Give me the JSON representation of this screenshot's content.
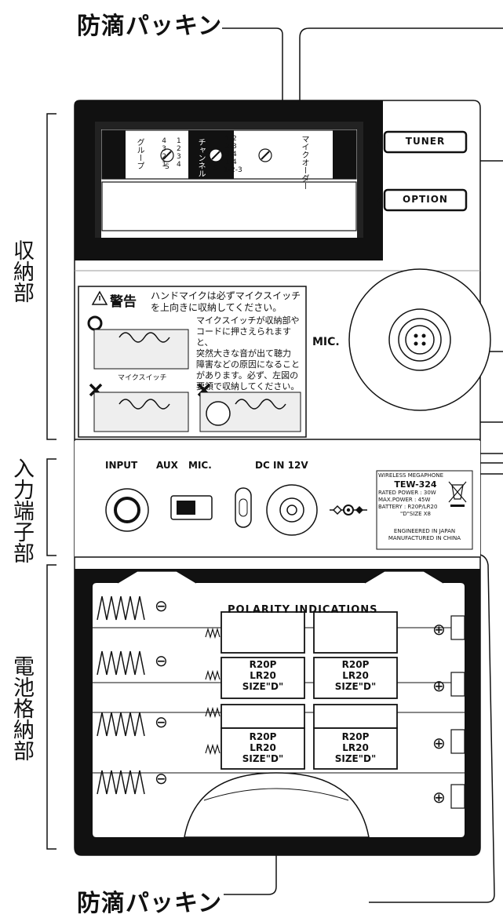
{
  "callouts": {
    "top_gasket": "防滴パッキン",
    "bottom_gasket": "防滴パッキン"
  },
  "sections": {
    "storage": "収納部",
    "input_terminal": "入力端子部",
    "battery_compartment": "電池格納部"
  },
  "slots": {
    "tuner": "TUNER",
    "option": "OPTION"
  },
  "dip": {
    "group_label": "グループ",
    "channel_label": "チャンネル",
    "mic_order_label": "マイクオーダー",
    "group_nums": [
      "4",
      "3",
      "2",
      "1",
      "S",
      "1",
      "2",
      "3",
      "4"
    ],
    "order_nums": [
      "1-2",
      "2-3",
      "3-4",
      "1-4",
      "S",
      "1-2-3"
    ]
  },
  "warning": {
    "title": "警告",
    "line1": "ハンドマイクは必ずマイクスイッチ",
    "line2": "を上向きに収納してください。",
    "body": [
      "マイクスイッチが収納部や",
      "コードに押さえられますと、",
      "突然大きな音が出て聴力",
      "障害などの原因になること",
      "があります。必ず、左図の",
      "要領で収納してください。"
    ],
    "switch_label": "マイクスイッチ"
  },
  "mic_label": "MIC.",
  "input": {
    "input_label": "INPUT",
    "aux_label": "AUX",
    "mic_label": "MIC.",
    "dc_label": "DC IN 12V"
  },
  "rating_plate": {
    "brand": "WIRELESS MEGAPHONE",
    "model": "TEW-324",
    "rated_power": "RATED POWER : 30W",
    "max_power": "MAX.POWER : 45W",
    "battery": "BATTERY : R20P/LR20",
    "size": "\"D\"SIZE X8",
    "engineered": "ENGINEERED IN JAPAN",
    "manufactured": "MANUFACTURED IN CHINA"
  },
  "battery": {
    "heading": "POLARITY INDICATIONS",
    "cell_line1": "R20P",
    "cell_line2": "LR20",
    "cell_line3": "SIZE\"D\"",
    "minus": "⊖",
    "plus": "⊕"
  }
}
